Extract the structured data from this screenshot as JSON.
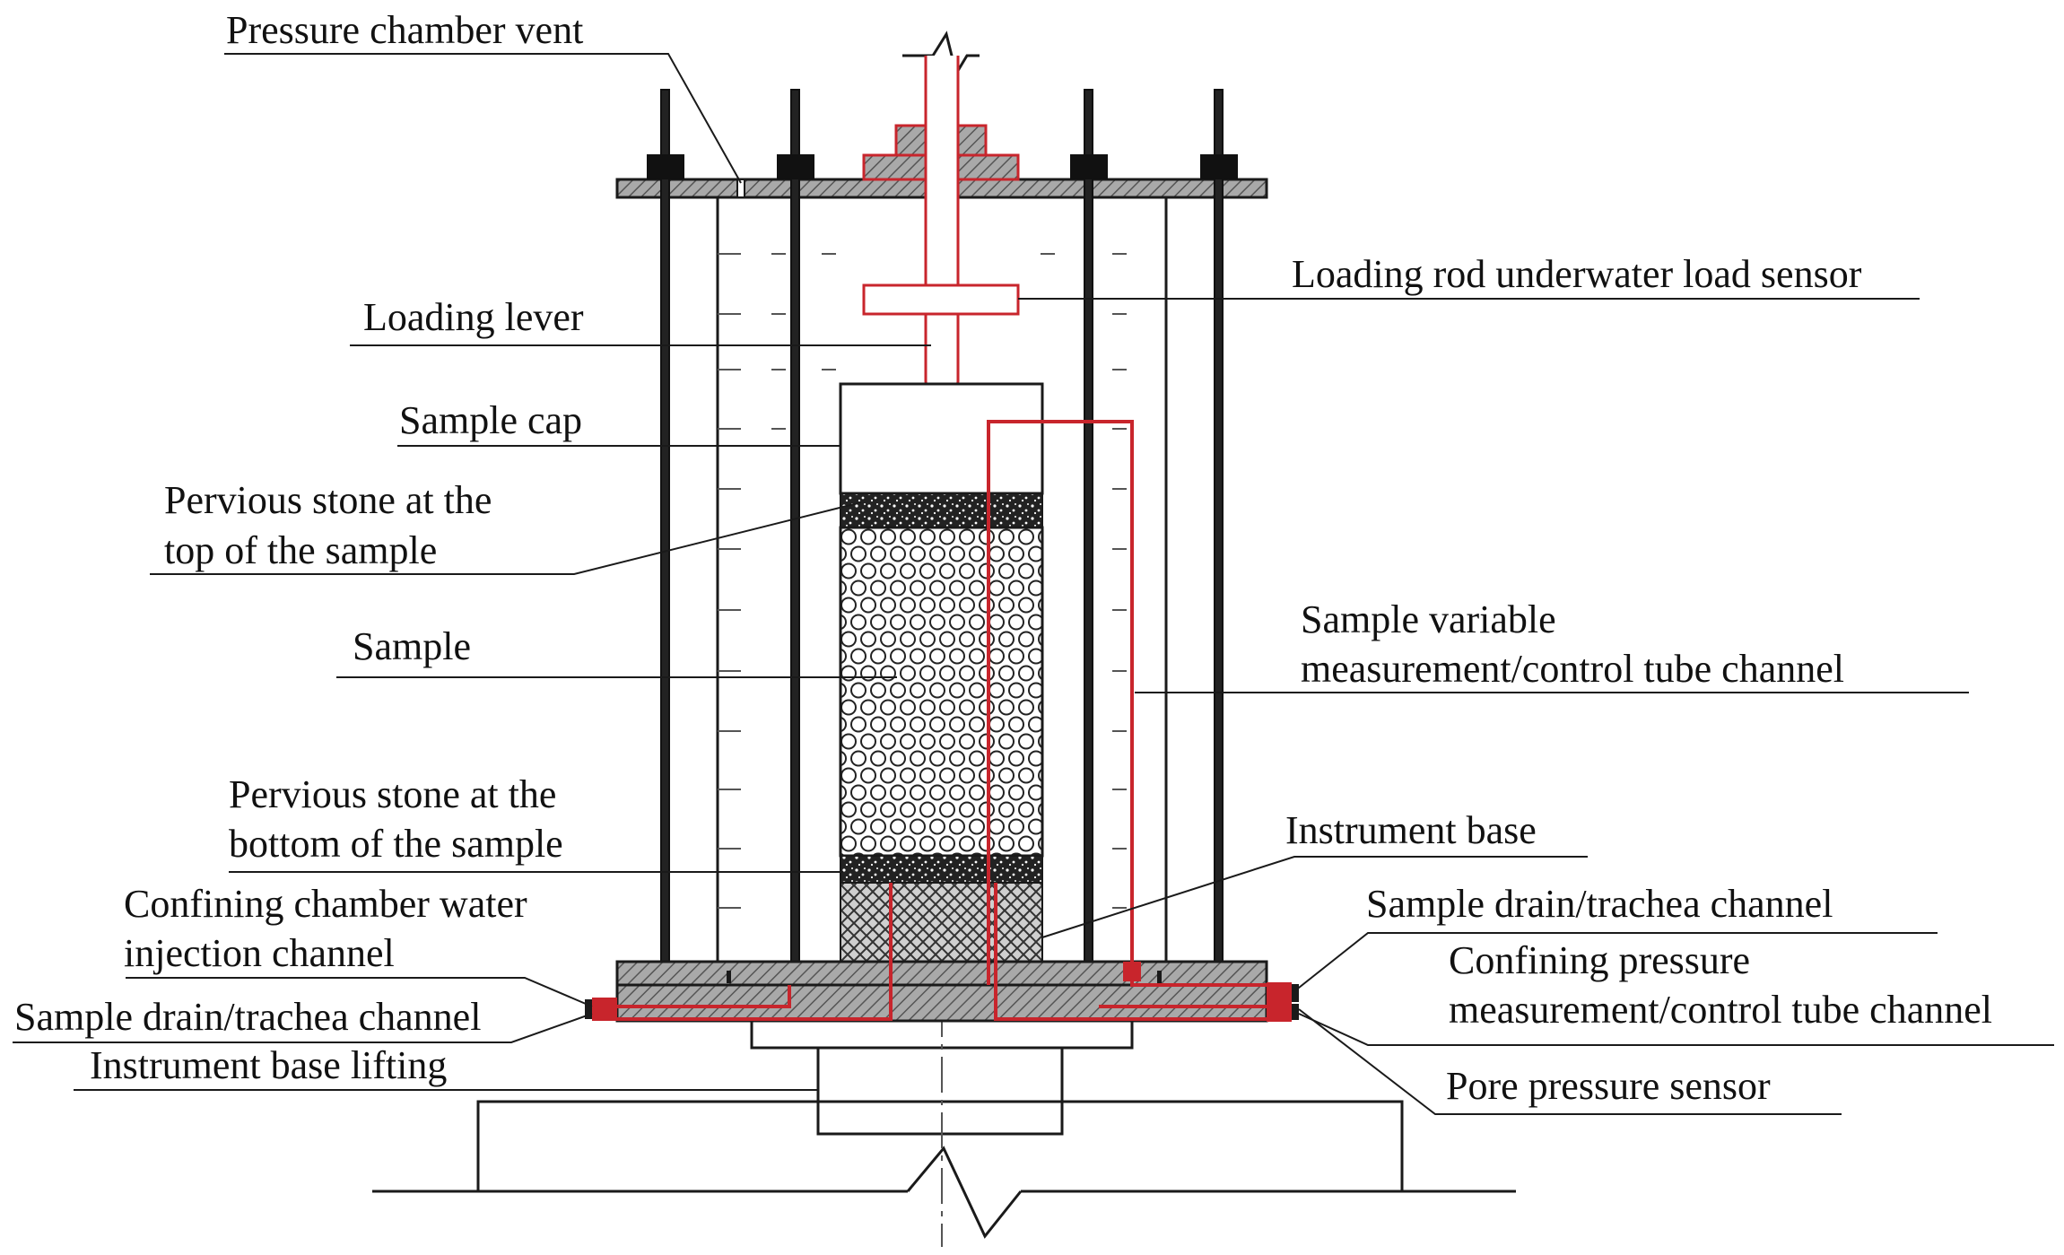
{
  "labels": {
    "vent": "Pressure chamber vent",
    "lever": "Loading lever",
    "cap": "Sample cap",
    "top_stone_1": "Pervious stone at the",
    "top_stone_2": "top of the sample",
    "sample": "Sample",
    "bottom_stone_1": "Pervious stone at the",
    "bottom_stone_2": "bottom of the sample",
    "water_inj_1": "Confining chamber water",
    "water_inj_2": "injection channel",
    "drain_left": "Sample drain/trachea channel",
    "base_lifting": "Instrument base lifting",
    "load_sensor": "Loading rod underwater load sensor",
    "variable_tube_1": "Sample variable",
    "variable_tube_2": "measurement/control tube channel",
    "instrument_base": "Instrument base",
    "drain_right": "Sample drain/trachea channel",
    "confining_tube_1": "Confining pressure",
    "confining_tube_2": "measurement/control tube channel",
    "pore_sensor": "Pore pressure sensor"
  },
  "colors": {
    "line": "#1a1a1a",
    "channel": "#c8252c",
    "hatch_fill": "#9a9a9a"
  }
}
